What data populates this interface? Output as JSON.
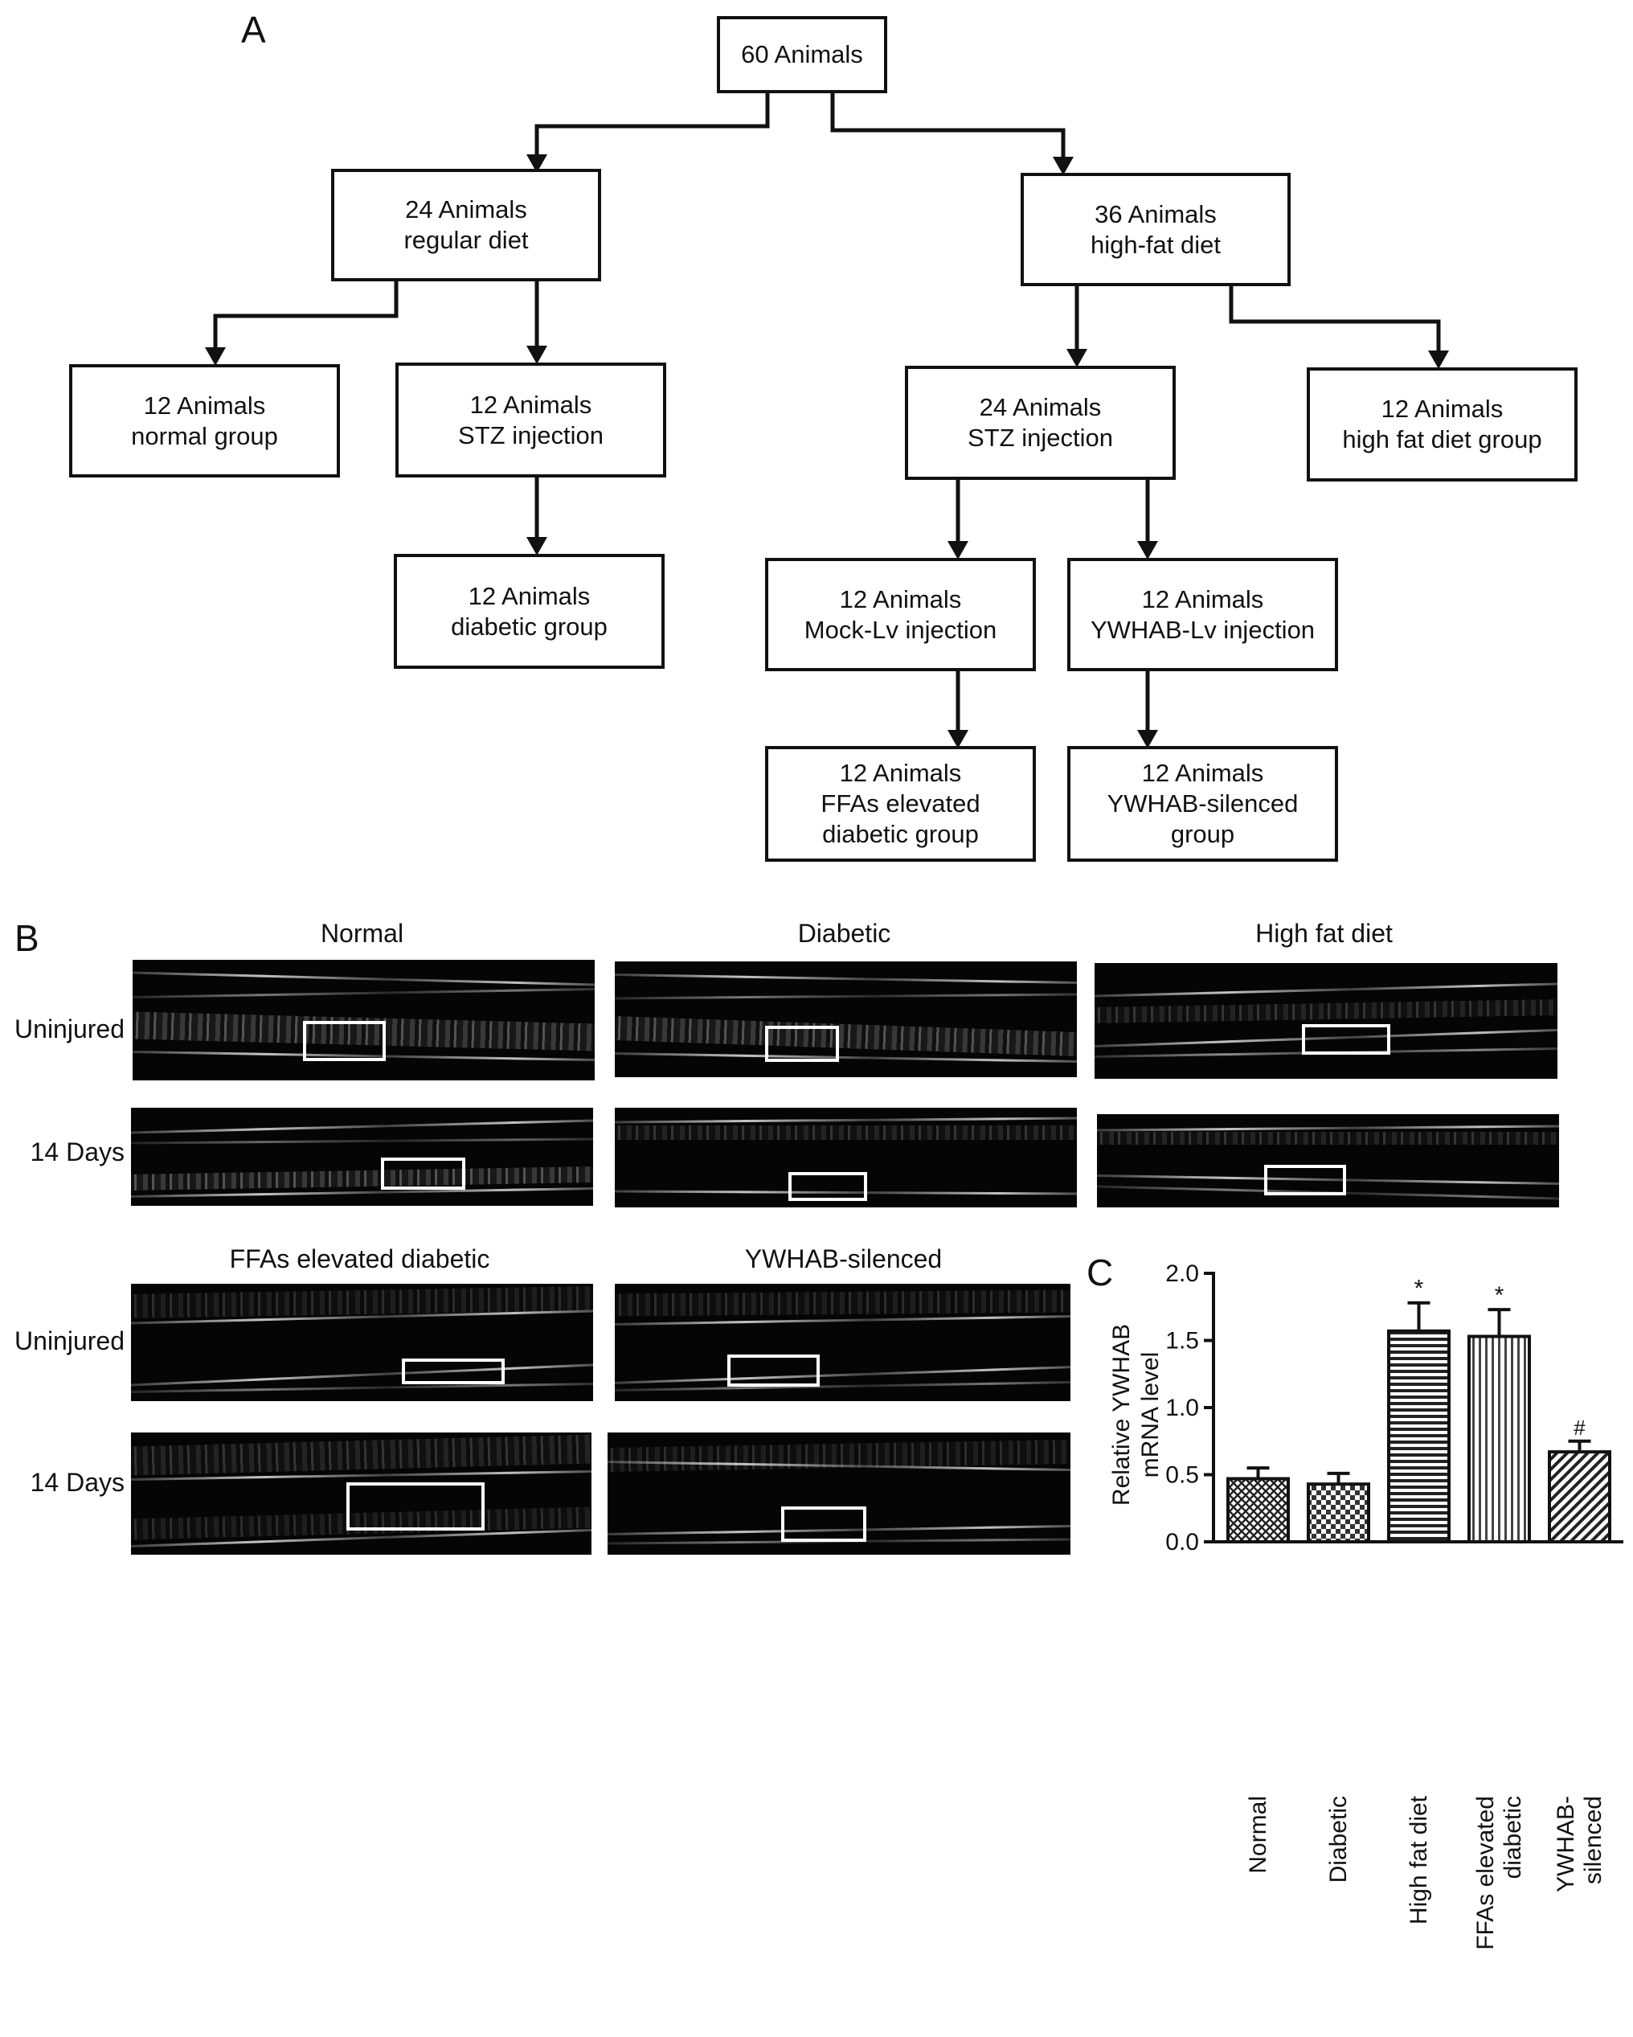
{
  "panels": {
    "a": "A",
    "b": "B",
    "c": "C"
  },
  "flowchart": {
    "root": [
      "60 Animals"
    ],
    "regular_diet": [
      "24 Animals",
      "regular diet"
    ],
    "high_fat_diet": [
      "36 Animals",
      "high-fat diet"
    ],
    "normal_group": [
      "12 Animals",
      "normal group"
    ],
    "stz_regular": [
      "12 Animals",
      "STZ injection"
    ],
    "diabetic_group": [
      "12 Animals",
      "diabetic group"
    ],
    "stz_highfat": [
      "24 Animals",
      "STZ injection"
    ],
    "high_fat_diet_group": [
      "12 Animals",
      "high fat diet group"
    ],
    "mock_lv": [
      "12 Animals",
      "Mock-Lv injection"
    ],
    "ywhab_lv": [
      "12 Animals",
      "YWHAB-Lv injection"
    ],
    "ffas_group": [
      "12 Animals",
      "FFAs elevated",
      "diabetic group"
    ],
    "ywhab_silenced_group": [
      "12 Animals",
      "YWHAB-silenced",
      "group"
    ]
  },
  "ultrasound": {
    "titles": {
      "normal": "Normal",
      "diabetic": "Diabetic",
      "high_fat_diet": "High fat diet",
      "ffas": "FFAs elevated diabetic",
      "ywhab": "YWHAB-silenced"
    },
    "row_labels": {
      "uninjured": "Uninjured",
      "day14": "14 Days"
    }
  },
  "chart_data": {
    "type": "bar",
    "ylabel": [
      "Relative YWHAB",
      "mRNA level"
    ],
    "ylim": [
      0,
      2.0
    ],
    "yticks": [
      "0.0",
      "0.5",
      "1.0",
      "1.5",
      "2.0"
    ],
    "categories": [
      [
        "Normal"
      ],
      [
        "Diabetic"
      ],
      [
        "High fat diet"
      ],
      [
        "FFAs elevated",
        "diabetic"
      ],
      [
        "YWHAB-",
        "silenced"
      ]
    ],
    "values": [
      0.47,
      0.43,
      1.57,
      1.53,
      0.67
    ],
    "errors": [
      0.08,
      0.08,
      0.21,
      0.2,
      0.08
    ],
    "significance": [
      "",
      "",
      "*",
      "*",
      "#"
    ],
    "patterns": [
      "crosshatch",
      "checker",
      "hlines",
      "vlines",
      "diagonal"
    ]
  }
}
